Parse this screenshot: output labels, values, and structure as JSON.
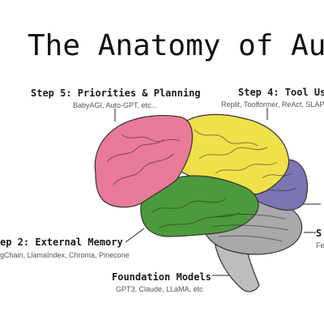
{
  "title": "The Anatomy of Au",
  "labels": {
    "step5": {
      "title": "Step 5: Priorities & Planning",
      "examples": "BabyAGI, Auto-GPT, etc..."
    },
    "step4": {
      "title": "Step 4: Tool Us",
      "examples": "Replit, Toolformer, ReAct, SLAPA,"
    },
    "step2": {
      "title": "ep 2: External Memory",
      "examples": "gChain, LlamaIndex, Chroma, Pinecone"
    },
    "foundation": {
      "title": "Foundation Models",
      "examples": "GPT3, Claude, LLaMA, etc"
    },
    "step_partial": {
      "title": "S",
      "examples": "Fe"
    }
  },
  "colors": {
    "frontal": "#e97a9a",
    "parietal": "#f0e04a",
    "temporal": "#4c9a3c",
    "occipital": "#7b76b3",
    "cerebellum": "#a9a9a9",
    "stem": "#bdbdbd",
    "outline": "#333333"
  }
}
